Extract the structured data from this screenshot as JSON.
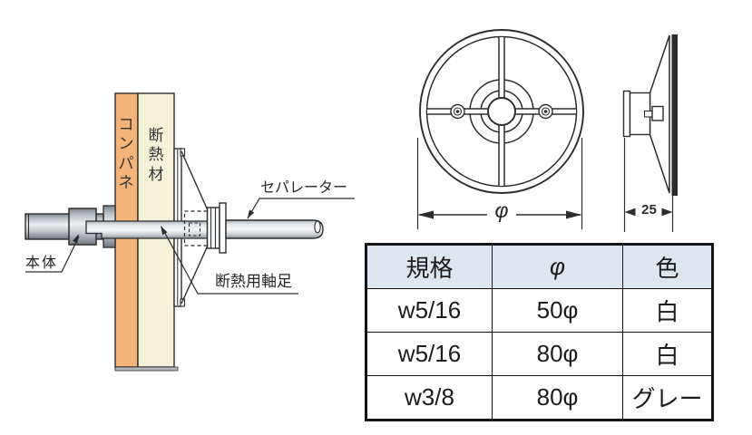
{
  "left_diagram": {
    "panel_front_label": "コンパネ",
    "panel_back_label": "断熱材",
    "separator_label": "セパレーター",
    "body_label": "本体",
    "axle_label": "断熱用軸足"
  },
  "front_view": {
    "diameter_label": "φ"
  },
  "side_view": {
    "depth_label": "25"
  },
  "spec_table": {
    "headers": {
      "spec": "規格",
      "diameter": "φ",
      "color": "色"
    },
    "rows": [
      {
        "spec": "w5/16",
        "diameter": "50φ",
        "color": "白"
      },
      {
        "spec": "w5/16",
        "diameter": "80φ",
        "color": "白"
      },
      {
        "spec": "w3/8",
        "diameter": "80φ",
        "color": "グレー"
      }
    ]
  },
  "colors": {
    "plywood": "#f4b379",
    "insulation": "#f5f2da",
    "table-header": "#dce6f1",
    "line": "#2d2d2d"
  }
}
